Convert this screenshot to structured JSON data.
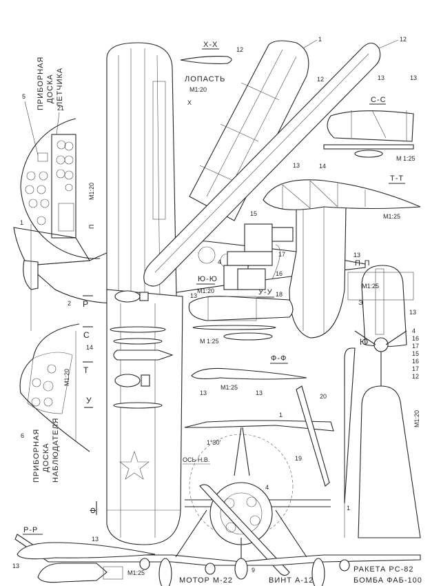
{
  "panels": {
    "pilot_panel": {
      "title_lines": [
        "ПРИБОРНАЯ",
        "ДОСКА",
        "ЛЕТЧИКА"
      ],
      "scale": "М1:20",
      "callouts": [
        "5",
        "21"
      ],
      "section_mark": "П"
    },
    "observer_panel": {
      "title_lines": [
        "ПРИБОРНАЯ",
        "ДОСКА",
        "НАБЛЮДАТЕЛЯ"
      ],
      "scale": "М1:20",
      "callouts": [
        "6"
      ]
    }
  },
  "sections": {
    "x_x": {
      "title": "Х-Х",
      "callout": "12"
    },
    "blade": {
      "title": "ЛОПАСТЬ",
      "scale": "М1:20",
      "mark": "Х"
    },
    "c_c": {
      "title": "С-С",
      "scale": "М 1:25",
      "callouts": [
        "13",
        "13",
        "14"
      ]
    },
    "t_t": {
      "title": "Т-Т",
      "scale": "М1:25",
      "callouts": [
        "13"
      ]
    },
    "yu_yu": {
      "title": "Ю-Ю",
      "scale": "М1:20",
      "callouts": [
        "15",
        "4",
        "17",
        "16",
        "18"
      ]
    },
    "p_p": {
      "title": "П-П",
      "scale": "М1:25",
      "callouts": [
        "13",
        "13",
        "Э"
      ]
    },
    "u_u": {
      "title": "У-У",
      "scale": "М 1:25",
      "callouts": [
        "13"
      ]
    },
    "f_f": {
      "title": "Ф-Ф",
      "scale": "М1:25",
      "callouts": [
        "13",
        "13"
      ]
    },
    "r_r": {
      "title": "Р-Р",
      "scale": "М1:25",
      "callouts": [
        "13",
        "13"
      ]
    }
  },
  "section_marks": [
    "Р",
    "С",
    "Т",
    "У",
    "Ф",
    "Ю"
  ],
  "callouts": {
    "blade_tip_1": "1",
    "blade_tip_12a": "12",
    "blade_tip_12b": "12",
    "fuselage": [
      "1",
      "2",
      "14"
    ],
    "front": [
      "1",
      "19",
      "4",
      "9",
      "20",
      "1",
      "12"
    ],
    "rotor_hub": [
      "4",
      "16",
      "17",
      "15",
      "16",
      "17"
    ],
    "right_scale": "М1:20"
  },
  "front_view": {
    "angle": "1°30'",
    "axis_label": "ОСЬ Н.В."
  },
  "legend": {
    "motor": "МОТОР М-22",
    "propeller": "ВИНТ А-12",
    "rocket": "РАКЕТА РС-82",
    "bomb": "БОМБА ФАБ-100"
  }
}
